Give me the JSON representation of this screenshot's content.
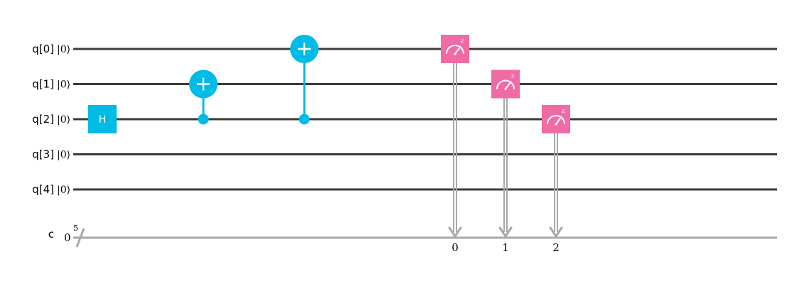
{
  "colors": {
    "qwire": "#3a3a3a",
    "cwire": "#a8a8a8",
    "hadamard": "#05bab6",
    "cnot": "#00bbe6",
    "measure": "#f06ba6",
    "measure_fg": "#ffffff"
  },
  "qubits": [
    {
      "label": "q[0]",
      "init": "|0⟩"
    },
    {
      "label": "q[1]",
      "init": "|0⟩"
    },
    {
      "label": "q[2]",
      "init": "|0⟩"
    },
    {
      "label": "q[3]",
      "init": "|0⟩"
    },
    {
      "label": "q[4]",
      "init": "|0⟩"
    }
  ],
  "classical": {
    "label": "c",
    "init": "0",
    "size": "5"
  },
  "gates": [
    {
      "type": "H",
      "label": "H",
      "qubit": 2,
      "step": 0
    },
    {
      "type": "CX",
      "control": 2,
      "target": 1,
      "step": 1
    },
    {
      "type": "CX",
      "control": 2,
      "target": 0,
      "step": 2
    },
    {
      "type": "MEASURE",
      "qubit": 0,
      "cbit": "0",
      "step": 3
    },
    {
      "type": "MEASURE",
      "qubit": 1,
      "cbit": "1",
      "step": 4
    },
    {
      "type": "MEASURE",
      "qubit": 2,
      "cbit": "2",
      "step": 5
    }
  ]
}
